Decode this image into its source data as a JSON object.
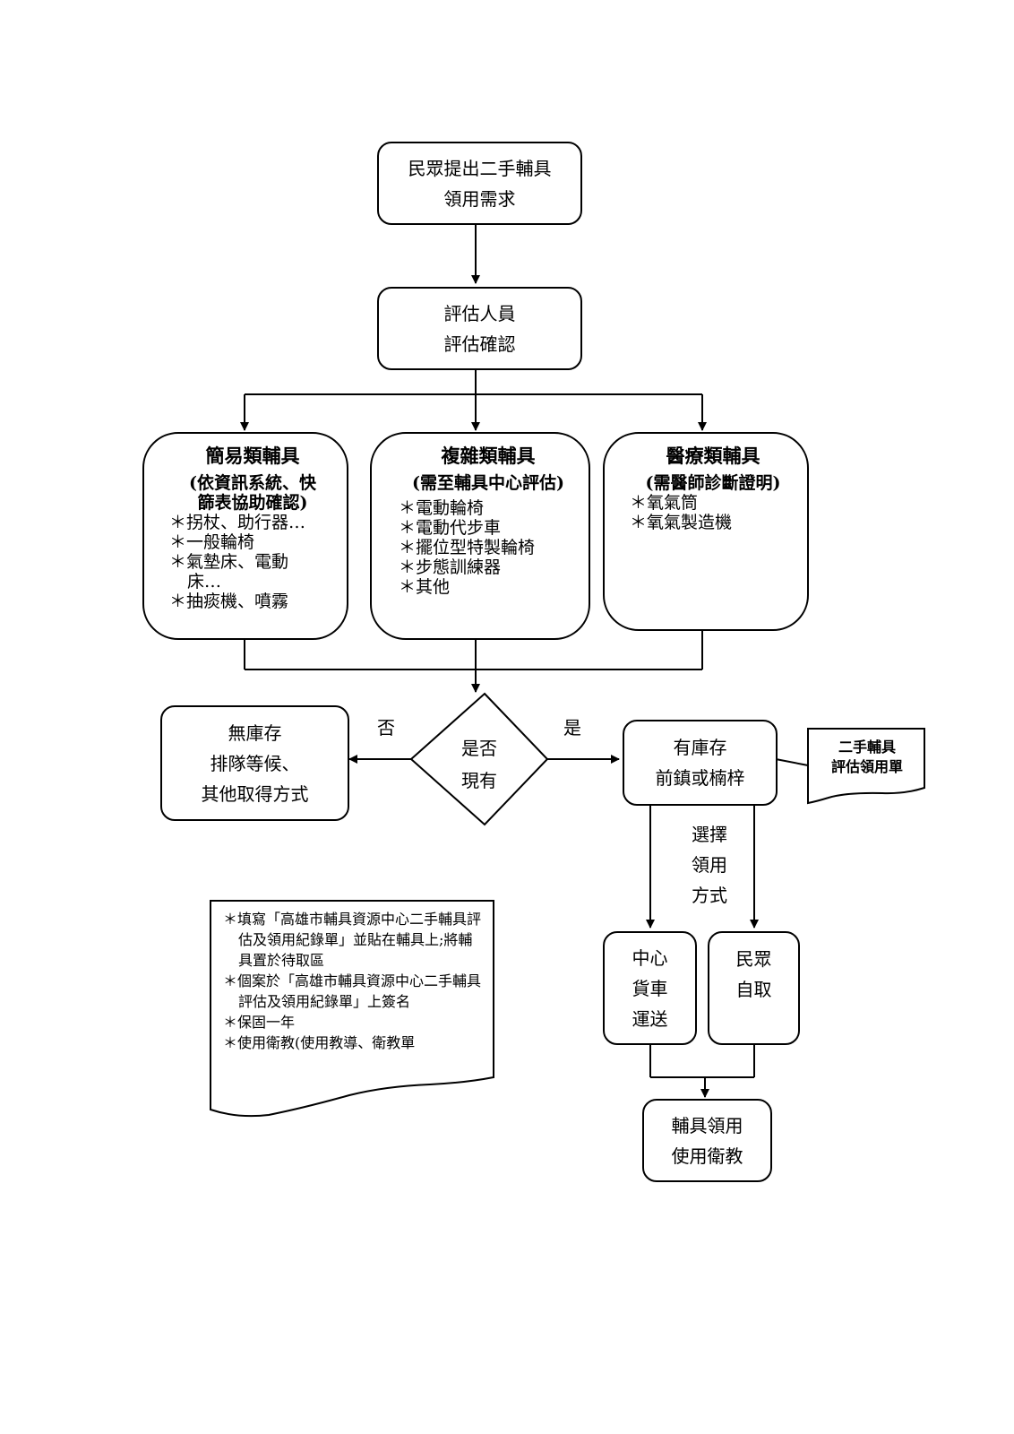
{
  "start": {
    "line1": "民眾提出二手輔具",
    "line2": "領用需求"
  },
  "assess": {
    "line1": "評估人員",
    "line2": "評估確認"
  },
  "categories": {
    "simple": {
      "title": "簡易類輔具",
      "sub1": "(依資訊系統、快",
      "sub2": "篩表協助確認)",
      "items": [
        "拐杖、助行器…",
        "一般輪椅",
        "氣墊床、電動床…",
        "抽痰機、噴霧"
      ]
    },
    "complex": {
      "title": "複雜類輔具",
      "sub1": "(需至輔具中心評估)",
      "items": [
        "電動輪椅",
        "電動代步車",
        "擺位型特製輪椅",
        "步態訓練器",
        "其他"
      ]
    },
    "medical": {
      "title": "醫療類輔具",
      "sub1": "(需醫師診斷證明)",
      "items": [
        "氧氣筒",
        "氧氣製造機"
      ]
    }
  },
  "decision": {
    "line1": "是否",
    "line2": "現有",
    "no_label": "否",
    "yes_label": "是"
  },
  "no_stock": {
    "line1": "無庫存",
    "line2": "排隊等候、",
    "line3": "其他取得方式"
  },
  "in_stock": {
    "line1": "有庫存",
    "line2": "前鎮或楠梓"
  },
  "form_doc": {
    "line1": "二手輔具",
    "line2": "評估領用單"
  },
  "choose": {
    "c1": "選",
    "c2": "擇",
    "c3": "領",
    "c4": "用",
    "c5": "方",
    "c6": "式"
  },
  "truck": {
    "line1": "中心",
    "line2": "貨車",
    "line3": "運送"
  },
  "self_pickup": {
    "line1": "民眾",
    "line2": "自取"
  },
  "final": {
    "line1": "輔具領用",
    "line2": "使用衛教"
  },
  "notes": {
    "items": [
      "填寫「高雄市輔具資源中心二手輔具評估及領用紀錄單」並貼在輔具上;將輔具置於待取區",
      "個案於「高雄市輔具資源中心二手輔具評估及領用紀錄單」上簽名",
      "保固一年",
      "使用衛教(使用教導、衛教單"
    ]
  }
}
